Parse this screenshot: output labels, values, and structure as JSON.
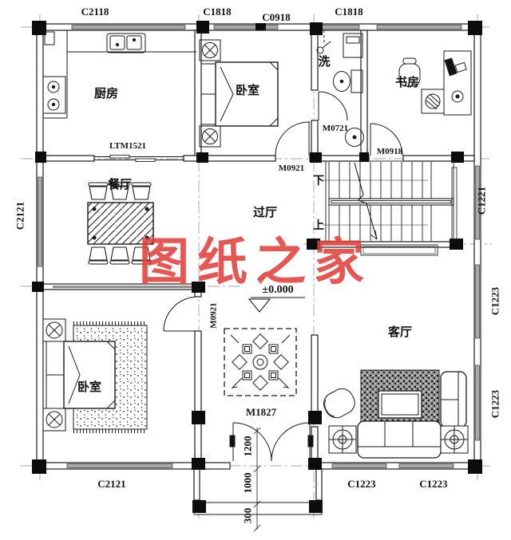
{
  "floorplan": {
    "rooms": {
      "kitchen": "厨房",
      "bedroom_top": "卧室",
      "bath": "洗",
      "study": "书房",
      "dining": "餐厅",
      "hall": "过厅",
      "bedroom_left": "卧室",
      "living": "客厅"
    },
    "windows": {
      "top1": "C2118",
      "top2": "C1818",
      "top3": "C0918",
      "top4": "C1818",
      "left": "C2121",
      "right1": "C1221",
      "right2": "C1223",
      "right3": "C1223",
      "bottom1": "C2121",
      "bottom2": "C1223",
      "bottom3": "C1223"
    },
    "doors": {
      "kitchen_balcony": "LTM1521",
      "bedroom_top": "M0921",
      "bath": "M0721",
      "study": "M0918",
      "bedroom_left": "M0921",
      "entry": "M1827"
    },
    "stairs": {
      "down": "下",
      "up": "上"
    },
    "dimensions": {
      "entry_width": "1200",
      "porch_depth": "1000",
      "step": "300"
    },
    "elevation": "±0.000",
    "watermark": {
      "text": "图纸之家",
      "color": "#E2403C"
    },
    "line_color": "#1a1a1a",
    "window_fill": "#a9a9a9"
  }
}
